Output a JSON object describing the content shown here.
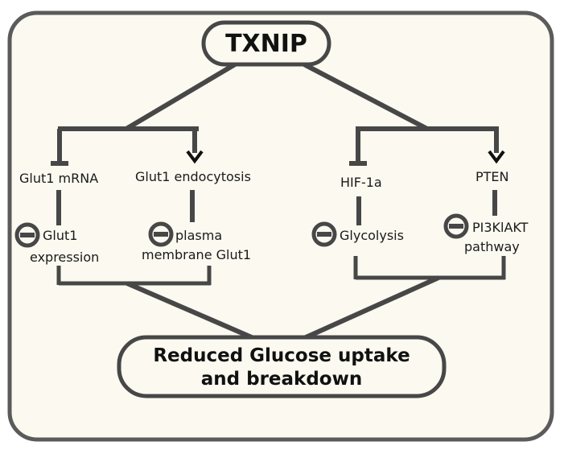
{
  "diagram": {
    "top_node": "TXNIP",
    "bottom_node_line1": "Reduced Glucose uptake",
    "bottom_node_line2": "and breakdown",
    "left": {
      "mrna_label": "Glut1 mRNA",
      "endocytosis_label": "Glut1 endocytosis",
      "expression_line1": "Glut1",
      "expression_line2": "expression",
      "membrane_line1": "plasma",
      "membrane_line2": "membrane Glut1"
    },
    "right": {
      "hif_label": "HIF-1a",
      "pten_label": "PTEN",
      "glycolysis_label": "Glycolysis",
      "pathway_line1": "PI3KlAKT",
      "pathway_line2": "pathway"
    },
    "colors": {
      "background": "#fbf9f0",
      "border": "#5b5b5b",
      "line": "#474747",
      "text": "#1a1a1a"
    }
  }
}
